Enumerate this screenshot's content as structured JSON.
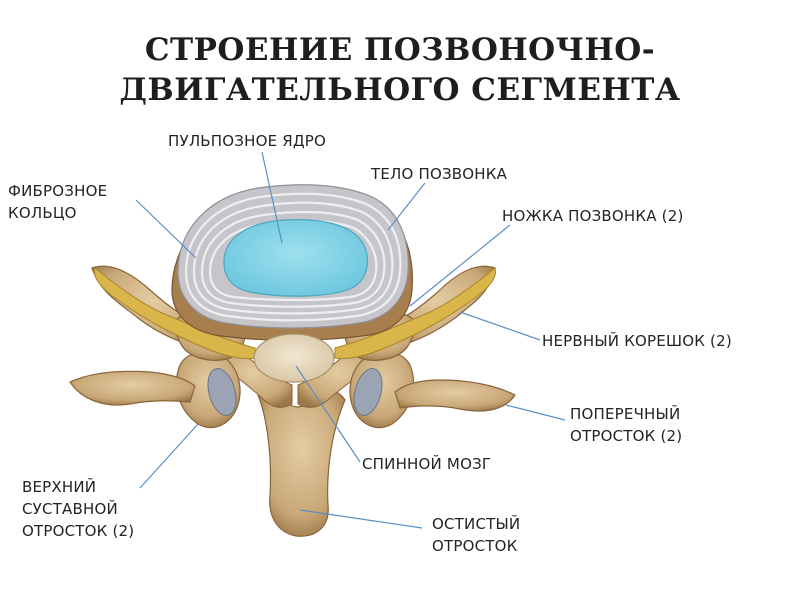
{
  "title": {
    "line1": "СТРОЕНИЕ ПОЗВОНОЧНО-",
    "line2": "ДВИГАТЕЛЬНОГО СЕГМЕНТА"
  },
  "labels": {
    "nucleus": "ПУЛЬПОЗНОЕ ЯДРО",
    "vertebral_body": "ТЕЛО ПОЗВОНКА",
    "annulus_line1": "ФИБРОЗНОЕ",
    "annulus_line2": "КОЛЬЦО",
    "pedicle": "НОЖКА ПОЗВОНКА  (2)",
    "nerve_root": "НЕРВНЫЙ КОРЕШОК (2)",
    "transverse_line1": "ПОПЕРЕЧНЫЙ",
    "transverse_line2": "ОТРОСТОК (2)",
    "spinal_cord": "СПИННОЙ МОЗГ",
    "superior_line1": "ВЕРХНИЙ",
    "superior_line2": "СУСТАВНОЙ",
    "superior_line3": "ОТРОСТОК (2)",
    "spinous_line1": "ОСТИСТЫЙ",
    "spinous_line2": "ОТРОСТОК"
  },
  "colors": {
    "bone": "#c9a878",
    "bone_dark": "#8f6a3e",
    "nerve": "#d9b54a",
    "disc": "#c6c6ca",
    "disc_ring": "#eeeef0",
    "nucleus": "#7fd2e6",
    "cord": "#e8dcc4",
    "leader_line": "#5b8fc9"
  }
}
